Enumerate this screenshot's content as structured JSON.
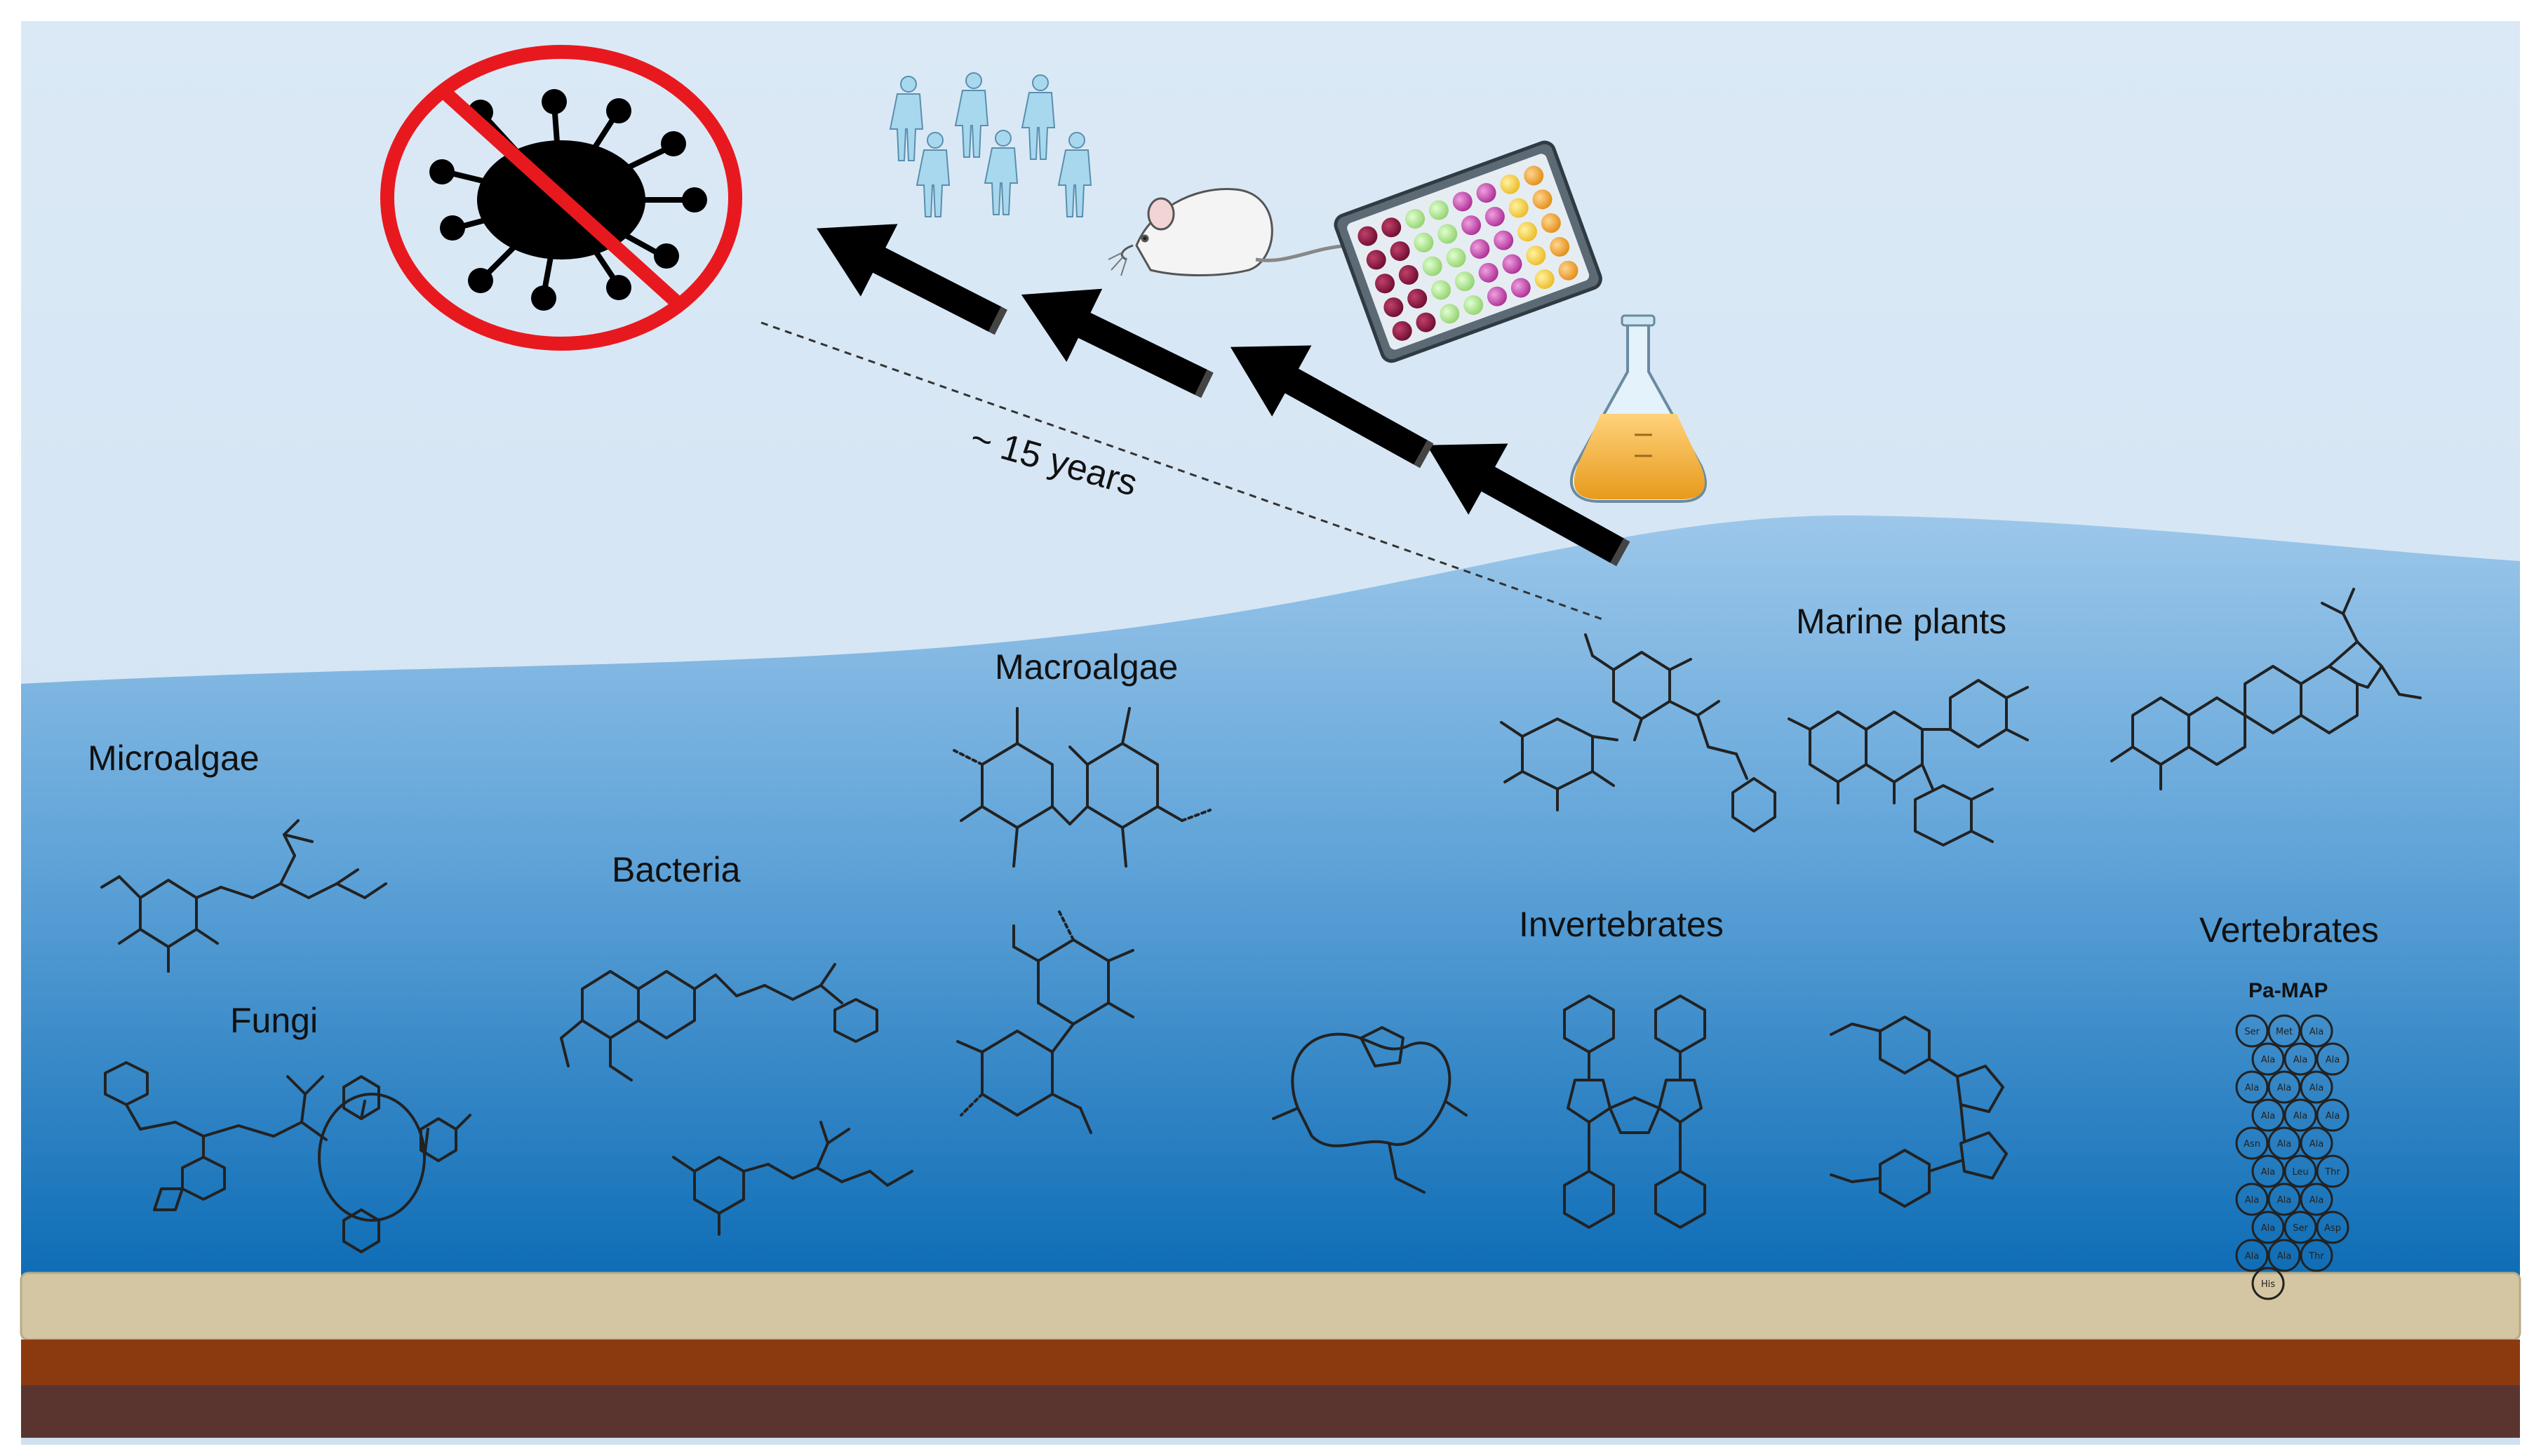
{
  "labels": {
    "microalgae": "Microalgae",
    "fungi": "Fungi",
    "bacteria": "Bacteria",
    "macroalgae": "Macroalgae",
    "marine_plants": "Marine plants",
    "invertebrates": "Invertebrates",
    "vertebrates": "Vertebrates",
    "pa_map": "Pa-MAP",
    "timeline": "~ 15 years"
  },
  "peptide_residues": [
    "Ser",
    "Met",
    "Ala",
    "Ala",
    "Ala",
    "Ala",
    "Ala",
    "Ala",
    "Ala",
    "Ala",
    "Ala",
    "Ala",
    "Asn",
    "Ala",
    "Ala",
    "Ala",
    "Leu",
    "Thr",
    "Ala",
    "Ala",
    "Ala",
    "Ala",
    "Ser",
    "Asp",
    "Ala",
    "Ala",
    "Thr",
    "His"
  ],
  "colors": {
    "sky_top": "#d9e9f5",
    "sky_bottom": "#c8def0",
    "water_top": "#9cc6e8",
    "water_bottom": "#0f6fb8",
    "sand": "#d4c6a2",
    "soil": "#8b3a10",
    "rock": "#5a3530",
    "no_sign": "#e8191e",
    "arrow": "#000000"
  },
  "icons": [
    "no-virus-icon",
    "human-trials-icon",
    "mouse-icon",
    "well-plate-icon",
    "flask-icon",
    "arrow-icon"
  ]
}
